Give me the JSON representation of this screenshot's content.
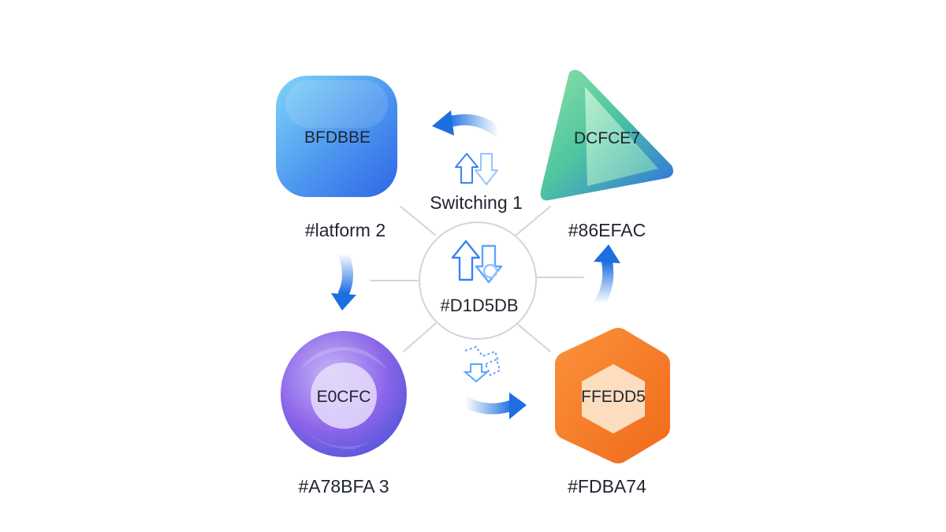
{
  "hub": {
    "title": "Switching 1",
    "label": "#D1D5DB"
  },
  "nodes": [
    {
      "shape": "rounded-square",
      "inner_label": "BFDBBE",
      "caption": "#latform 2"
    },
    {
      "shape": "triangle",
      "inner_label": "DCFCE7",
      "caption": "#86EFAC"
    },
    {
      "shape": "circle",
      "inner_label": "E0CFC",
      "caption": "#A78BFA 3"
    },
    {
      "shape": "hexagon",
      "inner_label": "FFEDD5",
      "caption": "#FDBA74"
    }
  ],
  "colors": {
    "arrow": "#1d6fe0",
    "connector": "#d1d5db",
    "icon_stroke": "#3b82f6",
    "text": "#1f2430"
  },
  "icons": [
    "swap-vertical-icon",
    "data-transfer-icon",
    "scatter-download-icon"
  ]
}
